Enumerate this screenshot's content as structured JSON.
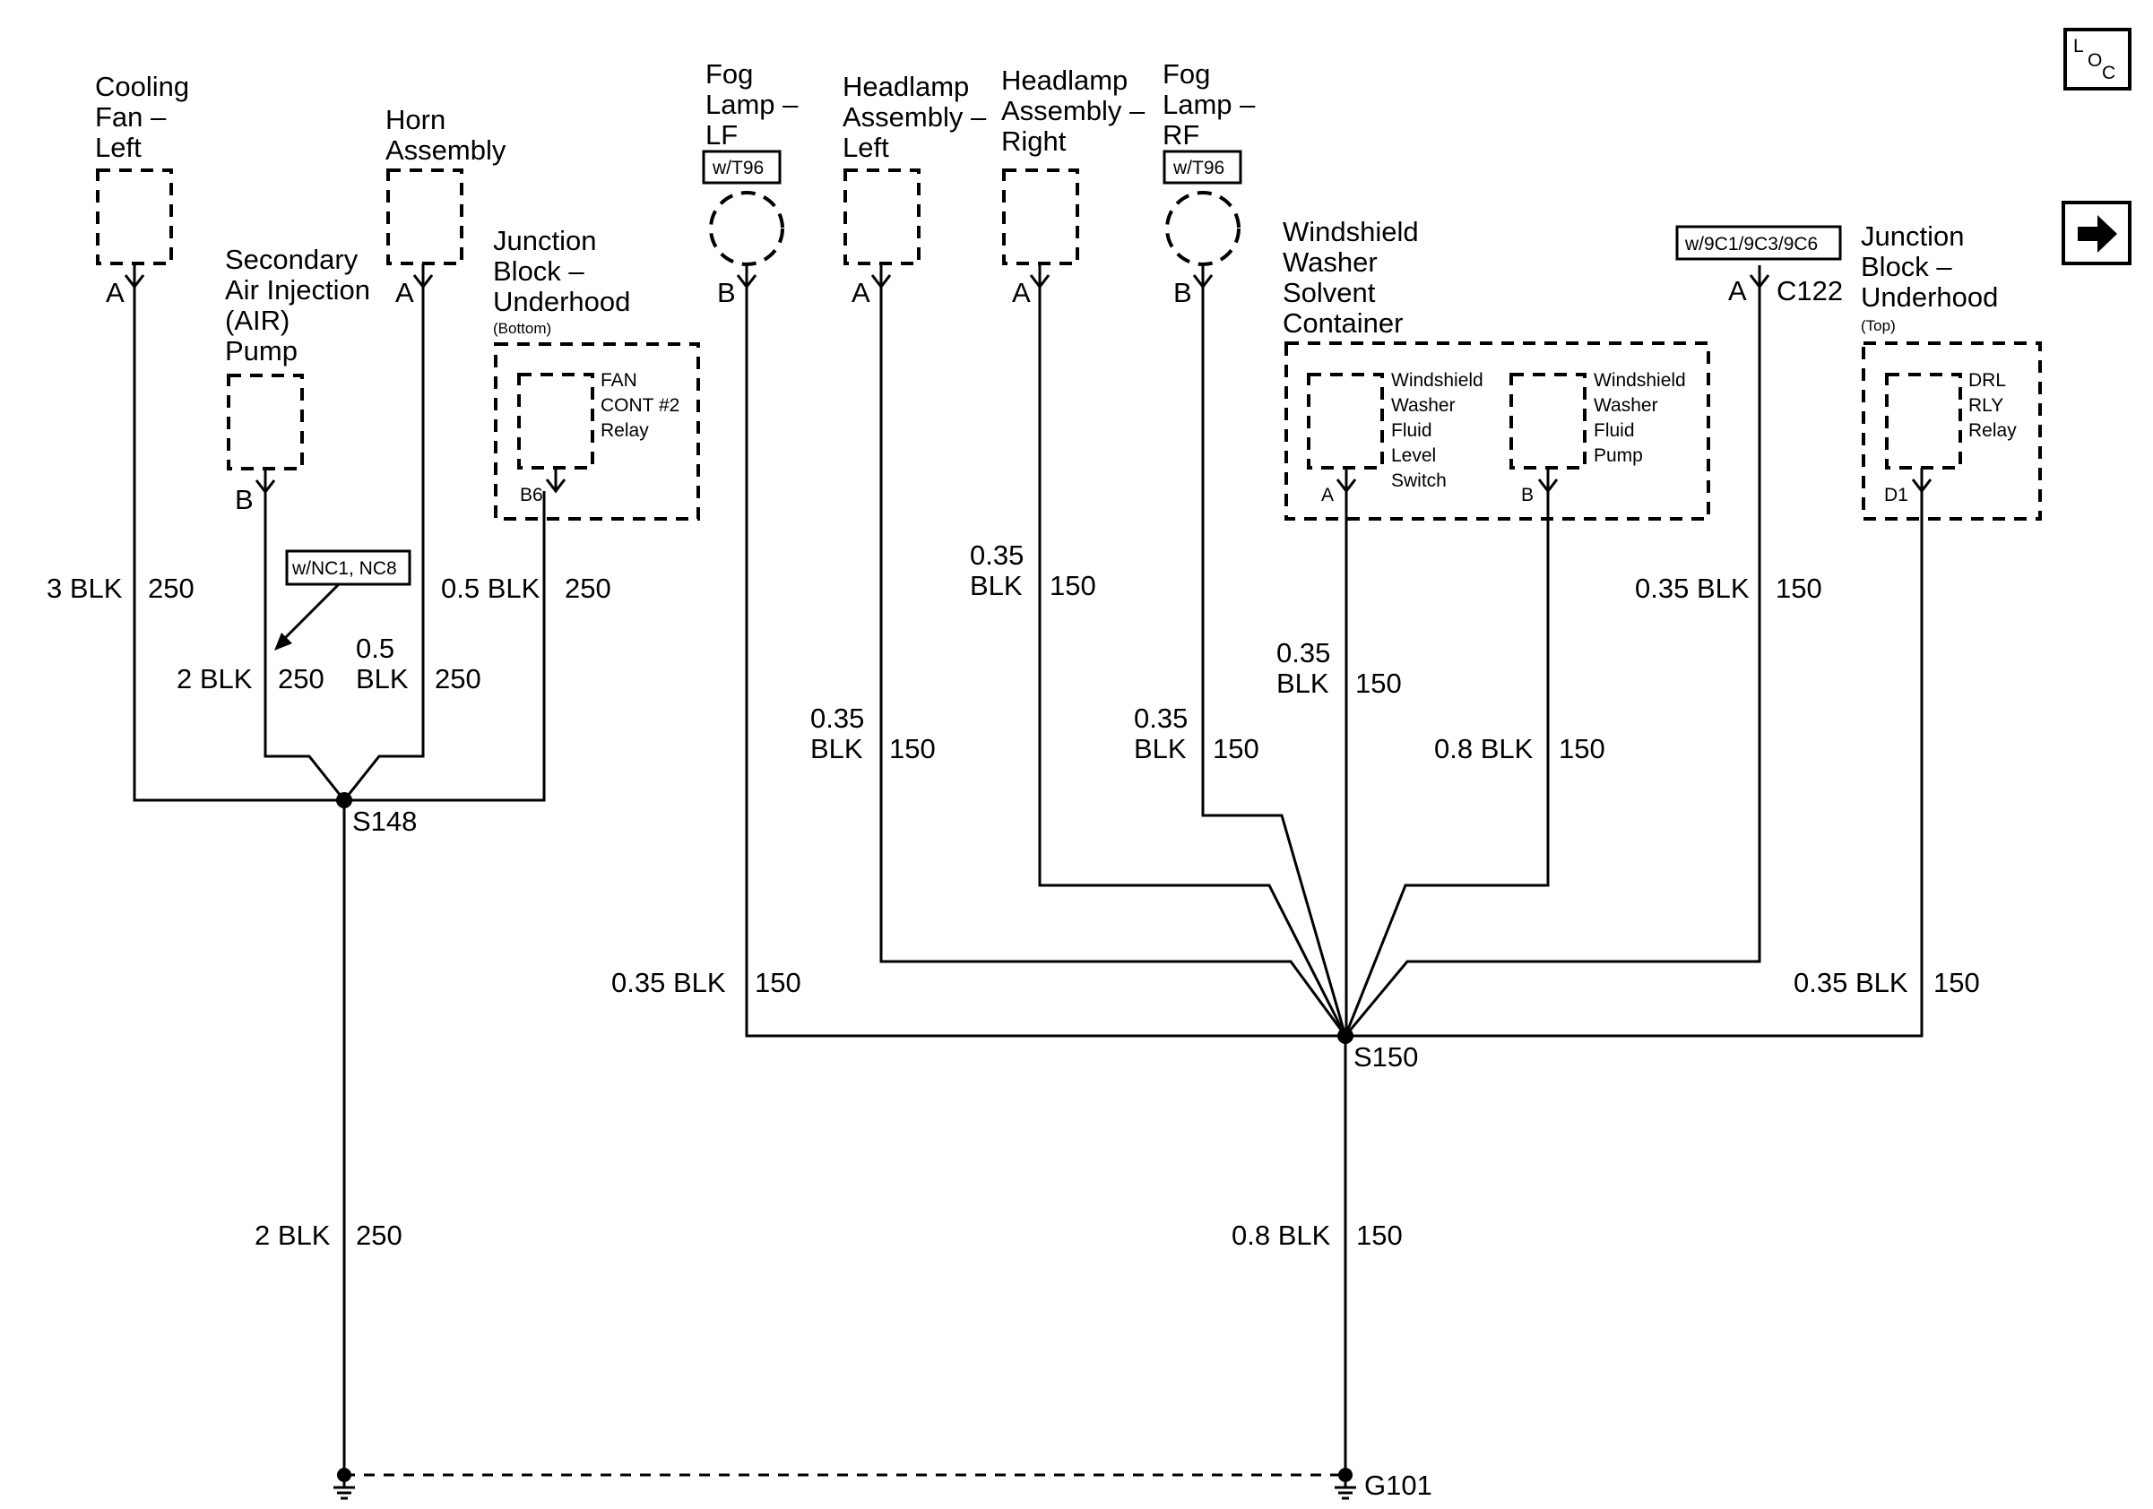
{
  "icons": {
    "locator": [
      "L",
      "O",
      "C"
    ],
    "next": "arrow-right-icon"
  },
  "components": {
    "cooling_fan_left": {
      "name": [
        "Cooling",
        "Fan –",
        "Left"
      ],
      "pin": "A"
    },
    "secondary_air_pump": {
      "name": [
        "Secondary",
        "Air Injection",
        "(AIR)",
        "Pump"
      ],
      "pin": "B"
    },
    "horn_assembly": {
      "name": [
        "Horn",
        "Assembly"
      ],
      "pin": "A"
    },
    "junction_block_bottom": {
      "name": [
        "Junction",
        "Block –",
        "Underhood"
      ],
      "sub": "(Bottom)",
      "relay": [
        "FAN",
        "CONT #2",
        "Relay"
      ],
      "pin": "B6"
    },
    "fog_lamp_lf": {
      "name": [
        "Fog",
        "Lamp –",
        "LF"
      ],
      "option": "w/T96",
      "pin": "B"
    },
    "headlamp_left": {
      "name": [
        "Headlamp",
        "Assembly –",
        "Left"
      ],
      "pin": "A"
    },
    "headlamp_right": {
      "name": [
        "Headlamp",
        "Assembly –",
        "Right"
      ],
      "pin": "A"
    },
    "fog_lamp_rf": {
      "name": [
        "Fog",
        "Lamp –",
        "RF"
      ],
      "option": "w/T96",
      "pin": "B"
    },
    "washer_container": {
      "name": [
        "Windshield",
        "Washer",
        "Solvent",
        "Container"
      ],
      "level_switch": {
        "name": [
          "Windshield",
          "Washer",
          "Fluid",
          "Level",
          "Switch"
        ],
        "pin": "A"
      },
      "pump": {
        "name": [
          "Windshield",
          "Washer",
          "Fluid",
          "Pump"
        ],
        "pin": "B"
      }
    },
    "c122": {
      "option": "w/9C1/9C3/9C6",
      "pin": "A",
      "connector": "C122"
    },
    "junction_block_top": {
      "name": [
        "Junction",
        "Block –",
        "Underhood"
      ],
      "sub": "(Top)",
      "relay": [
        "DRL",
        "RLY",
        "Relay"
      ],
      "pin": "D1"
    }
  },
  "option_nc": "w/NC1, NC8",
  "wires": {
    "w_cooling": {
      "size": "3 BLK",
      "circuit": "250"
    },
    "w_air": {
      "size": "2 BLK",
      "circuit": "250"
    },
    "w_horn": {
      "size_top": "0.5",
      "size_bottom": "BLK",
      "circuit": "250"
    },
    "w_jb_bottom": {
      "size": "0.5 BLK",
      "circuit": "250"
    },
    "w_s148_g101": {
      "size": "2 BLK",
      "circuit": "250"
    },
    "w_fog_lf": {
      "size": "0.35 BLK",
      "circuit": "150"
    },
    "w_head_left": {
      "size_top": "0.35",
      "size_bottom": "BLK",
      "circuit": "150"
    },
    "w_head_right": {
      "size_top": "0.35",
      "size_bottom": "BLK",
      "circuit": "150"
    },
    "w_fog_rf": {
      "size_top": "0.35",
      "size_bottom": "BLK",
      "circuit": "150"
    },
    "w_level_switch": {
      "size_top": "0.35",
      "size_bottom": "BLK",
      "circuit": "150"
    },
    "w_pump": {
      "size": "0.8 BLK",
      "circuit": "150"
    },
    "w_c122": {
      "size": "0.35 BLK",
      "circuit": "150"
    },
    "w_drl": {
      "size": "0.35 BLK",
      "circuit": "150"
    },
    "w_s150_g101": {
      "size": "0.8 BLK",
      "circuit": "150"
    }
  },
  "splices": {
    "s148": "S148",
    "s150": "S150"
  },
  "ground": "G101"
}
